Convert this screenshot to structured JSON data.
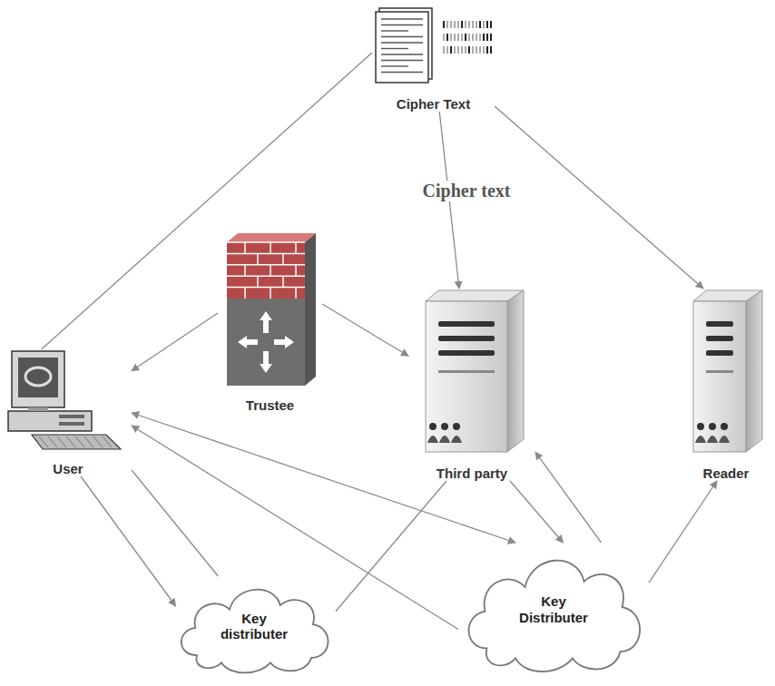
{
  "diagram": {
    "nodes": [
      {
        "text": [
          "Cipher Text"
        ]
      },
      {
        "text": [
          "Trustee"
        ]
      },
      {
        "text": [
          "User"
        ]
      },
      {
        "text": [
          "Third party"
        ]
      },
      {
        "text": [
          "Reader"
        ]
      },
      {
        "text": [
          "Key distributer"
        ]
      },
      {
        "text": [
          "Key Distributer"
        ]
      }
    ],
    "edges": [
      {
        "from": 2,
        "to": 0,
        "arrow": "none"
      },
      {
        "from": 0,
        "to": 3,
        "arrow": "to",
        "label": "Cipher text"
      },
      {
        "from": 0,
        "to": 4,
        "arrow": "to"
      },
      {
        "from": 1,
        "to": 2,
        "arrow": "to"
      },
      {
        "from": 1,
        "to": 3,
        "arrow": "to"
      },
      {
        "from": 2,
        "to": 5,
        "arrow": "to"
      },
      {
        "from": 2,
        "to": 5,
        "arrow": "none"
      },
      {
        "from": 2,
        "to": 6,
        "arrow": "both"
      },
      {
        "from": 6,
        "to": 2,
        "arrow": "to"
      },
      {
        "from": 3,
        "to": 5,
        "arrow": "none"
      },
      {
        "from": 3,
        "to": 6,
        "arrow": "to"
      },
      {
        "from": 6,
        "to": 3,
        "arrow": "to"
      },
      {
        "from": 6,
        "to": 4,
        "arrow": "to"
      }
    ]
  }
}
